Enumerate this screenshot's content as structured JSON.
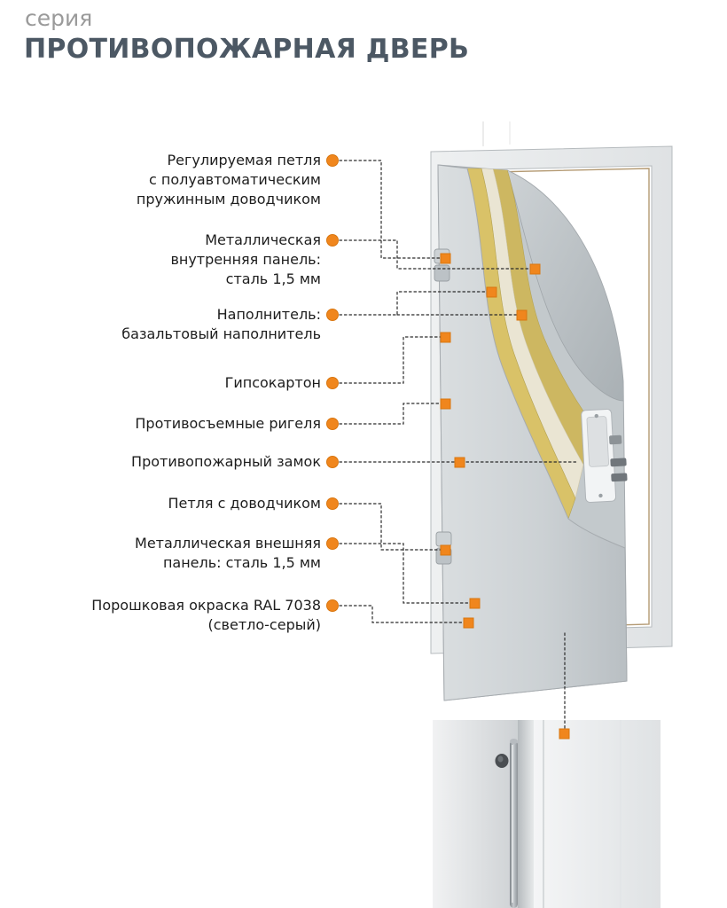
{
  "header": {
    "series_label": "серия",
    "title": "ПРОТИВОПОЖАРНАЯ ДВЕРЬ"
  },
  "colors": {
    "accent": "#F0861D",
    "accent_dark": "#D9760F",
    "title_color": "#4C5864",
    "series_color": "#9A9A9A",
    "basalt": "#D9C268",
    "basalt_dark": "#CDB761",
    "gypsum": "#EAE5D3",
    "door_light": "#D6DADC",
    "door_dark": "#B7BDC1",
    "line_color": "#2B2B2B"
  },
  "callouts": [
    {
      "id": "adjustable-hinge",
      "text": "Регулируемая петля\nс полуавтоматическим\nпружинным доводчиком"
    },
    {
      "id": "inner-panel",
      "text": "Металлическая\nвнутренняя панель:\nсталь 1,5 мм"
    },
    {
      "id": "filler",
      "text": "Наполнитель:\nбазальтовый наполнитель"
    },
    {
      "id": "gypsum-board",
      "text": "Гипсокартон"
    },
    {
      "id": "anti-removal-bolts",
      "text": "Противосъемные ригеля"
    },
    {
      "id": "fire-lock",
      "text": "Противопожарный замок"
    },
    {
      "id": "hinge-with-closer",
      "text": "Петля с доводчиком"
    },
    {
      "id": "outer-panel",
      "text": "Металлическая внешняя\nпанель: сталь 1,5 мм"
    },
    {
      "id": "powder-coating",
      "text": "Порошковая окраска RAL 7038\n(светло-серый)"
    }
  ]
}
